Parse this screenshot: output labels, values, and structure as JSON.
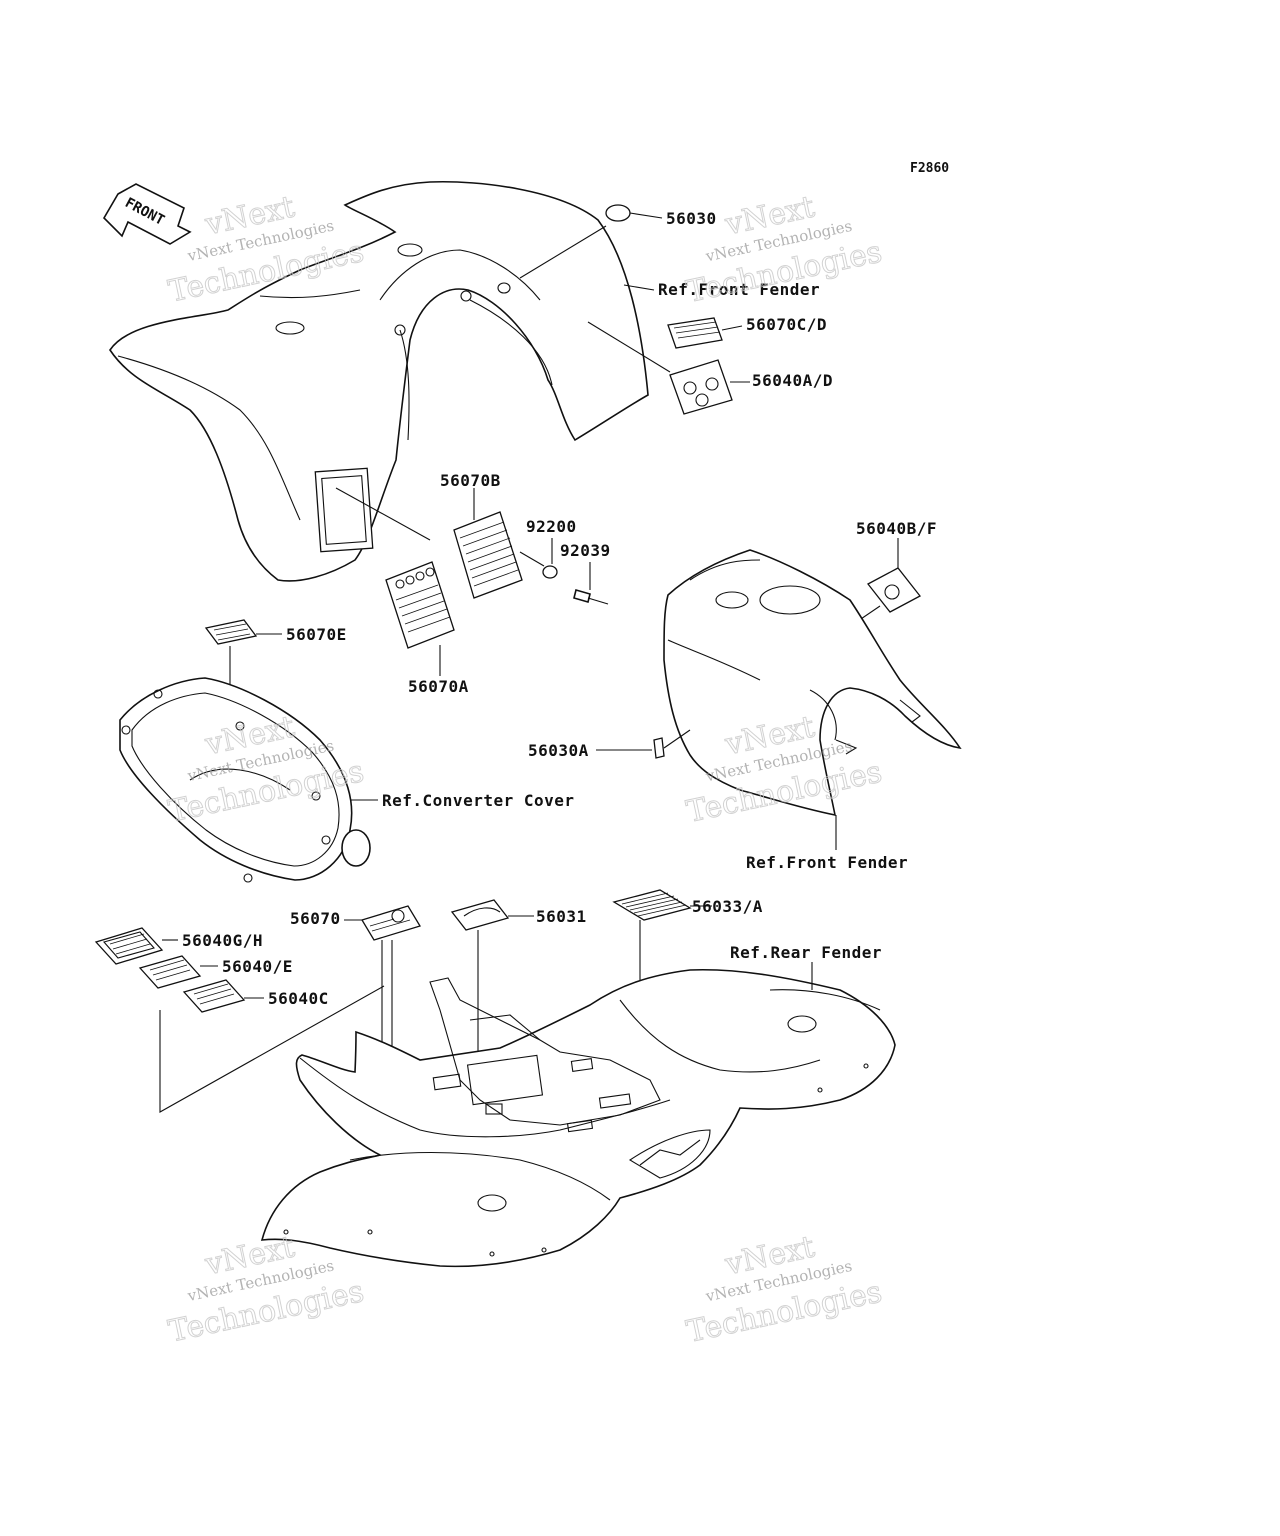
{
  "figure_code": "F2860",
  "front_arrow_label": "FRONT",
  "labels": {
    "p56030": "56030",
    "p56070cd": "56070C/D",
    "p56040ad": "56040A/D",
    "ref_front_fender_top": "Ref.Front Fender",
    "p56070b": "56070B",
    "p92200": "92200",
    "p92039": "92039",
    "p56040bf": "56040B/F",
    "p56070e": "56070E",
    "p56070a": "56070A",
    "p56030a": "56030A",
    "ref_converter_cover": "Ref.Converter Cover",
    "ref_front_fender_mid": "Ref.Front Fender",
    "p56070": "56070",
    "p56031": "56031",
    "p56033a": "56033/A",
    "p56040gh": "56040G/H",
    "p56040e": "56040/E",
    "p56040c": "56040C",
    "ref_rear_fender": "Ref.Rear Fender"
  },
  "watermark": {
    "line1": "vNext",
    "line2": "vNext Technologies",
    "line3": "Technologies"
  }
}
